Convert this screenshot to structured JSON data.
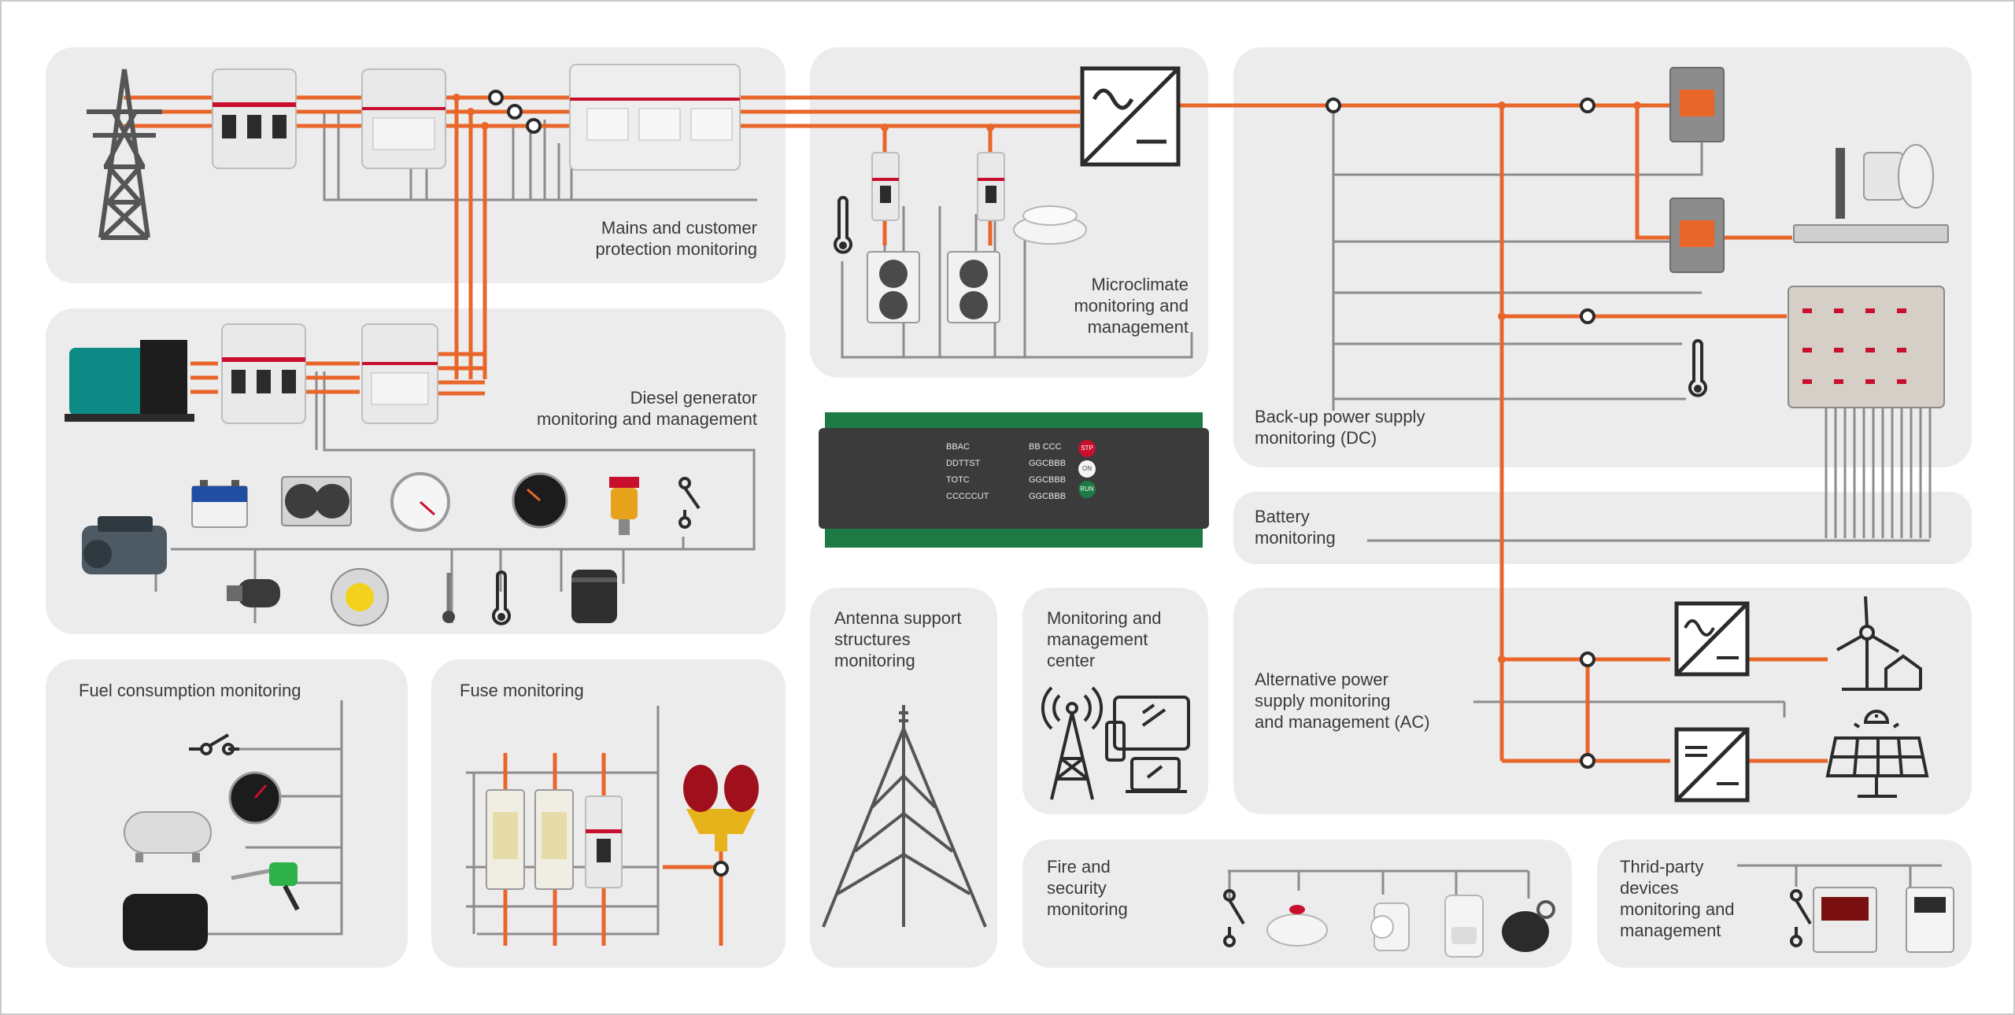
{
  "colors": {
    "background": "#ffffff",
    "panel": "#ececec",
    "power_line": "#e8662a",
    "signal_line": "#8c8c8c",
    "text": "#3a3a3a",
    "device_body": "#e9e9e9",
    "breaker_red": "#c8102e",
    "controller_body": "#3b3b3b",
    "pcb_green": "#1e7a45"
  },
  "sections": {
    "mains": "Mains and customer\nprotection monitoring",
    "diesel": "Diesel generator\nmonitoring and management",
    "microclimate": "Microclimate\nmonitoring and\nmanagement",
    "backup": "Back-up power supply\nmonitoring (DC)",
    "battery": "Battery\nmonitoring",
    "fuel": "Fuel consumption monitoring",
    "fuse": "Fuse monitoring",
    "antenna": "Antenna support\nstructures\nmonitoring",
    "center": "Monitoring and\nmanagement\ncenter",
    "alternative": "Alternative power\nsupply monitoring\nand management (AC)",
    "fire": "Fire and\nsecurity\nmonitoring",
    "thirdparty": "Thrid-party\ndevices\nmonitoring and\nmanagement"
  },
  "controller": {
    "left_labels": [
      "BBAC",
      "DDTTST",
      "TOTC",
      "CCCCCUT"
    ],
    "right_labels": [
      "BB CCC",
      "GGCBBB",
      "GGCBBB",
      "GGCBBB"
    ],
    "status_leds": [
      "STP",
      "ON",
      "RUN"
    ]
  },
  "icons": [
    "transmission-tower-icon",
    "circuit-breaker-icon",
    "contactor-icon",
    "energy-meter-icon",
    "rectifier-icon",
    "inverter-icon",
    "thermometer-icon",
    "smoke-detector-icon",
    "air-conditioner-icon",
    "diesel-generator-icon",
    "engine-icon",
    "car-battery-icon",
    "radiator-icon",
    "gauge-icon",
    "fuel-filter-icon",
    "switch-icon",
    "starter-motor-icon",
    "alternator-icon",
    "oil-filter-icon",
    "fuel-tank-icon",
    "fuel-nozzle-icon",
    "fuse-holder-icon",
    "obstruction-light-icon",
    "antenna-tower-icon",
    "radio-tower-icon",
    "computer-icon",
    "laptop-icon",
    "wind-turbine-icon",
    "solar-panel-icon",
    "motion-sensor-icon",
    "rfid-key-icon",
    "microwave-antenna-icon",
    "rack-unit-icon",
    "battery-bank-icon",
    "digital-meter-icon"
  ]
}
